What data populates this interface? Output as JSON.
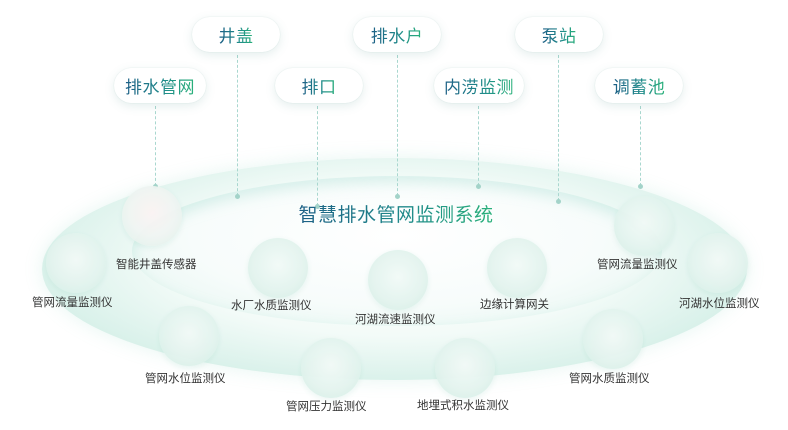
{
  "diagram": {
    "title": "智慧排水管网监测系统",
    "colors": {
      "title_gradient_start": "#1d5f86",
      "title_gradient_end": "#2ab27a",
      "ring": "#c6eadf",
      "dash": "#a9d7cf",
      "label": "#333333"
    },
    "top_row": [
      {
        "label": "井盖"
      },
      {
        "label": "排水户"
      },
      {
        "label": "泵站"
      }
    ],
    "second_row": [
      {
        "label": "排水管网"
      },
      {
        "label": "排口"
      },
      {
        "label": "内涝监测"
      },
      {
        "label": "调蓄池"
      }
    ],
    "devices": [
      {
        "label": "智能井盖传感器"
      },
      {
        "label": "管网流量监测仪"
      },
      {
        "label": "水厂水质监测仪"
      },
      {
        "label": "河湖流速监测仪"
      },
      {
        "label": "边缘计算网关"
      },
      {
        "label": "管网流量监测仪"
      },
      {
        "label": "河湖水位监测仪"
      },
      {
        "label": "管网水位监测仪"
      },
      {
        "label": "管网压力监测仪"
      },
      {
        "label": "地埋式积水监测仪"
      },
      {
        "label": "管网水质监测仪"
      }
    ]
  }
}
